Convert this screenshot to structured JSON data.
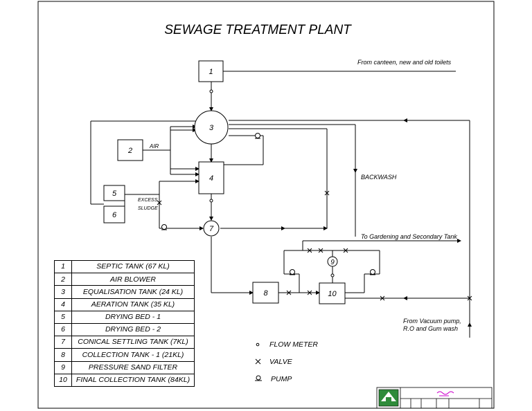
{
  "title": "SEWAGE TREATMENT PLANT",
  "units": [
    {
      "id": "1",
      "label": "1"
    },
    {
      "id": "2",
      "label": "2"
    },
    {
      "id": "3",
      "label": "3"
    },
    {
      "id": "4",
      "label": "4"
    },
    {
      "id": "5",
      "label": "5"
    },
    {
      "id": "6",
      "label": "6"
    },
    {
      "id": "7",
      "label": "7"
    },
    {
      "id": "8",
      "label": "8"
    },
    {
      "id": "9",
      "label": "9"
    },
    {
      "id": "10",
      "label": "10"
    }
  ],
  "annotations": {
    "from_canteen": "From canteen, new and old toilets",
    "air": "AIR",
    "backwash": "BACKWASH",
    "excess": "EXCESS",
    "sludge": "SLUDGE",
    "to_gardening": "To Gardening and Secondary Tank",
    "from_vacuum_1": "From Vacuum pump,",
    "from_vacuum_2": "R.O and Gum wash"
  },
  "legend": [
    {
      "num": "1",
      "desc": "SEPTIC TANK (67 KL)"
    },
    {
      "num": "2",
      "desc": "AIR BLOWER"
    },
    {
      "num": "3",
      "desc": "EQUALISATION TANK (24 KL)"
    },
    {
      "num": "4",
      "desc": "AERATION TANK (35 KL)"
    },
    {
      "num": "5",
      "desc": "DRYING BED - 1"
    },
    {
      "num": "6",
      "desc": "DRYING BED - 2"
    },
    {
      "num": "7",
      "desc": "CONICAL SETTLING TANK (7KL)"
    },
    {
      "num": "8",
      "desc": "COLLECTION TANK - 1 (21KL)"
    },
    {
      "num": "9",
      "desc": "PRESSURE SAND FILTER"
    },
    {
      "num": "10",
      "desc": "FINAL COLLECTION TANK (84KL)"
    }
  ],
  "symbols": {
    "flow_meter": "FLOW METER",
    "valve": "VALVE",
    "pump": "PUMP"
  },
  "colors": {
    "line": "#000000",
    "logo_green": "#2e8b3a",
    "logo_magenta": "#cc00cc"
  }
}
